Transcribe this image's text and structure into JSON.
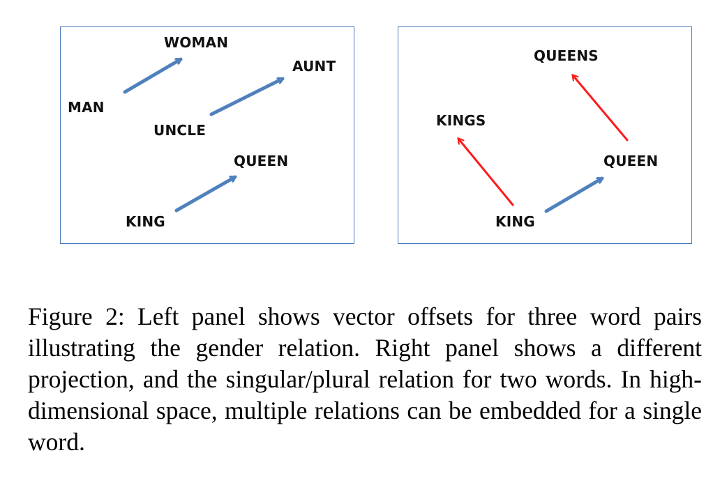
{
  "colors": {
    "gender_arrow": "#4f81bd",
    "plural_arrow": "#ff1a1a",
    "panel_border": "#4a78b8",
    "text": "#111111"
  },
  "left_panel": {
    "labels": {
      "man": "MAN",
      "woman": "WOMAN",
      "uncle": "UNCLE",
      "aunt": "AUNT",
      "king": "KING",
      "queen": "QUEEN"
    },
    "arrows": [
      {
        "from": "MAN",
        "to": "WOMAN",
        "relation": "gender"
      },
      {
        "from": "UNCLE",
        "to": "AUNT",
        "relation": "gender"
      },
      {
        "from": "KING",
        "to": "QUEEN",
        "relation": "gender"
      }
    ]
  },
  "right_panel": {
    "labels": {
      "kings": "KINGS",
      "queens": "QUEENS",
      "king": "KING",
      "queen": "QUEEN"
    },
    "arrows": [
      {
        "from": "KING",
        "to": "KINGS",
        "relation": "plural"
      },
      {
        "from": "QUEEN",
        "to": "QUEENS",
        "relation": "plural"
      },
      {
        "from": "KING",
        "to": "QUEEN",
        "relation": "gender"
      }
    ]
  },
  "caption": "Figure 2: Left panel shows vector offsets for three word pairs illustrating the gender relation. Right panel shows a different projection, and the singular/plural relation for two words. In high-dimensional space, multiple relations can be embedded for a single word."
}
